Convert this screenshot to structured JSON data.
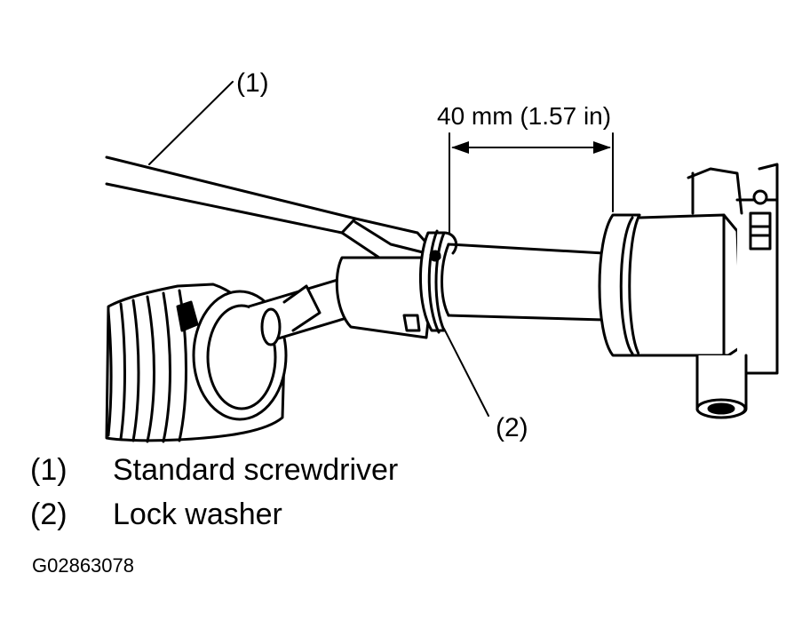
{
  "diagram": {
    "callout_1": "(1)",
    "callout_2": "(2)",
    "dimension": "40 mm (1.57 in)"
  },
  "legend": [
    {
      "number": "(1)",
      "label": "Standard screwdriver"
    },
    {
      "number": "(2)",
      "label": "Lock washer"
    }
  ],
  "figure_id": "G02863078"
}
